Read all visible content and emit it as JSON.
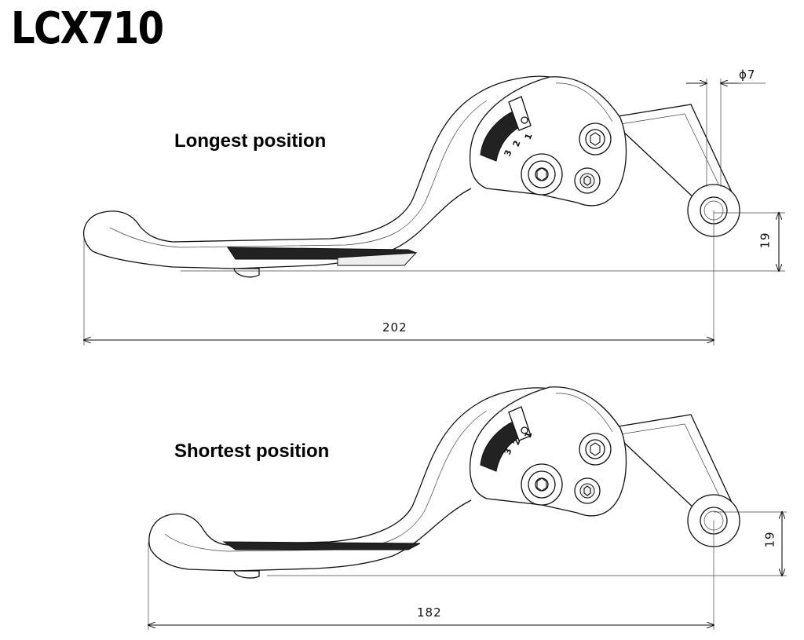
{
  "title": "LCX710",
  "longest": {
    "caption": "Longest position",
    "length": "202",
    "offset": "19",
    "hole_dia": "ϕ7",
    "notches": [
      "3",
      "2",
      "1"
    ]
  },
  "shortest": {
    "caption": "Shortest position",
    "length": "182",
    "offset": "19",
    "notches": [
      "3",
      "2",
      "1"
    ]
  }
}
